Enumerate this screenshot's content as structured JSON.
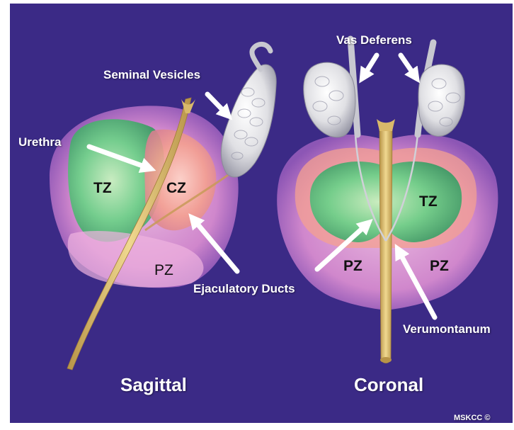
{
  "colors": {
    "background": "#3b2a86",
    "outer_pz": "#e8a8d8",
    "tz": "#6fd08a",
    "cz": "#f4a090",
    "urethra": "#d9b96a",
    "vesicle": "#e8e8e8",
    "arrow": "#ffffff"
  },
  "labels": {
    "seminal_vesicles": "Seminal Vesicles",
    "urethra": "Urethra",
    "vas_deferens": "Vas Deferens",
    "ejaculatory_ducts": "Ejaculatory Ducts",
    "verumontanum": "Verumontanum",
    "sagittal": "Sagittal",
    "coronal": "Coronal",
    "credit": "MSKCC ©"
  },
  "zones": {
    "tz": "TZ",
    "cz": "CZ",
    "pz": "PZ"
  }
}
